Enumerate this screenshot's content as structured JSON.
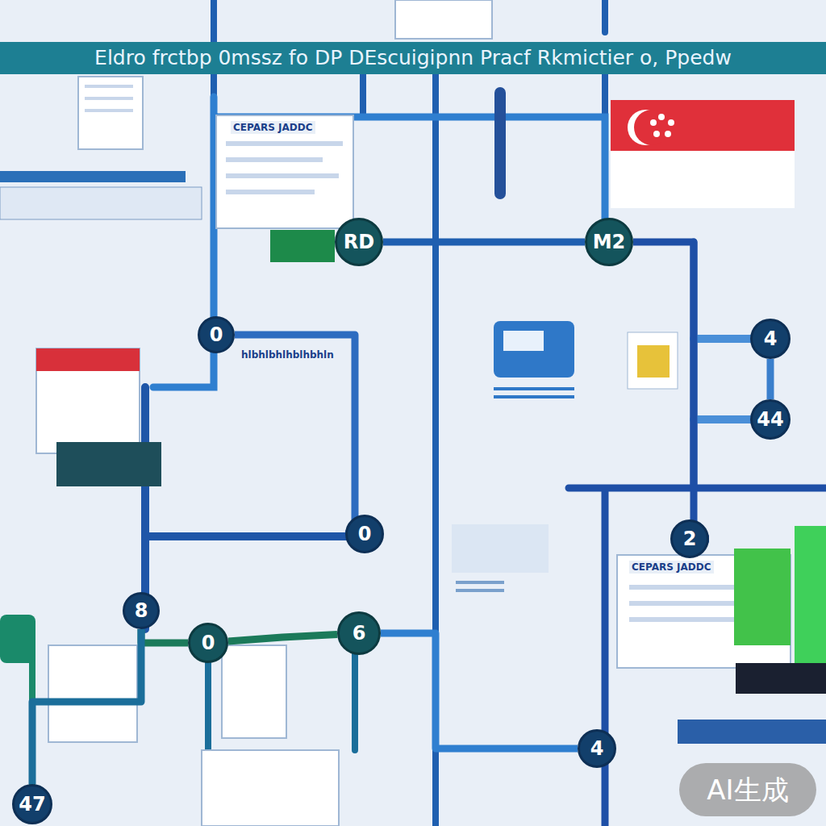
{
  "diagram": {
    "title": "Eldro frctbp 0mssz fo DP DEscuigipnn Pracf Rkmictier o, Ppedw",
    "nodes": [
      {
        "text": [
          "0"
        ]
      },
      {
        "text": [
          "RD"
        ]
      },
      {
        "text": [
          "M2"
        ]
      },
      {
        "text": [
          "4"
        ]
      },
      {
        "text": [
          "44"
        ]
      },
      {
        "text": [
          "0"
        ]
      },
      {
        "text": [
          "2"
        ]
      },
      {
        "text": [
          "8"
        ]
      },
      {
        "text": [
          "0"
        ]
      },
      {
        "text": [
          "6"
        ]
      },
      {
        "text": [
          "4"
        ]
      },
      {
        "text": [
          "47"
        ]
      }
    ],
    "edges": [
      {
        "from": 1,
        "to": 2,
        "arrow": "none"
      },
      {
        "from": 0,
        "to": 5,
        "arrow": "none"
      },
      {
        "from": 2,
        "to": 6,
        "arrow": "none"
      },
      {
        "from": 3,
        "to": 4,
        "arrow": "none"
      },
      {
        "from": 7,
        "to": 8,
        "arrow": "none"
      },
      {
        "from": 8,
        "to": 9,
        "arrow": "none"
      },
      {
        "from": 9,
        "to": 10,
        "arrow": "none"
      },
      {
        "from": 7,
        "to": 11,
        "arrow": "none"
      }
    ],
    "labels": [
      "CEPARS JADDC",
      "hlbhlbhlhblhbhln",
      "CEPARS JADDC",
      "AI生成"
    ]
  }
}
